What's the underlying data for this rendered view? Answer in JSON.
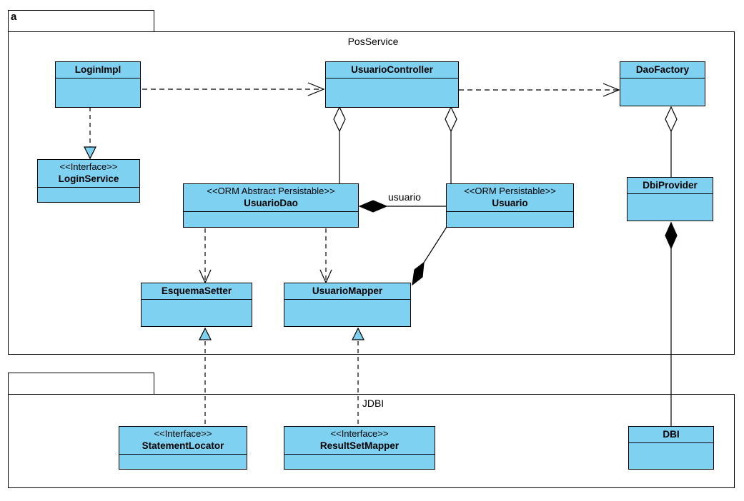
{
  "packages": {
    "outer_tab_label": "a",
    "posservice": {
      "name": "PosService"
    },
    "jdbi": {
      "name": "JDBI"
    }
  },
  "classes": {
    "loginimpl": {
      "name": "LoginImpl"
    },
    "loginservice": {
      "stereotype": "<<Interface>>",
      "name": "LoginService"
    },
    "usuariocontroller": {
      "name": "UsuarioController"
    },
    "daofactory": {
      "name": "DaoFactory"
    },
    "usuariodao": {
      "stereotype": "<<ORM Abstract Persistable>>",
      "name": "UsuarioDao"
    },
    "usuario": {
      "stereotype": "<<ORM Persistable>>",
      "name": "Usuario"
    },
    "dbiprovider": {
      "name": "DbiProvider"
    },
    "esquemasetter": {
      "name": "EsquemaSetter"
    },
    "usuariomapper": {
      "name": "UsuarioMapper"
    },
    "statementlocator": {
      "stereotype": "<<Interface>>",
      "name": "StatementLocator"
    },
    "resultsetmapper": {
      "stereotype": "<<Interface>>",
      "name": "ResultSetMapper"
    },
    "dbi": {
      "name": "DBI"
    }
  },
  "associations": {
    "usuario_role": "usuario"
  },
  "colors": {
    "class_fill": "#7fd1f2",
    "line": "#000000"
  }
}
